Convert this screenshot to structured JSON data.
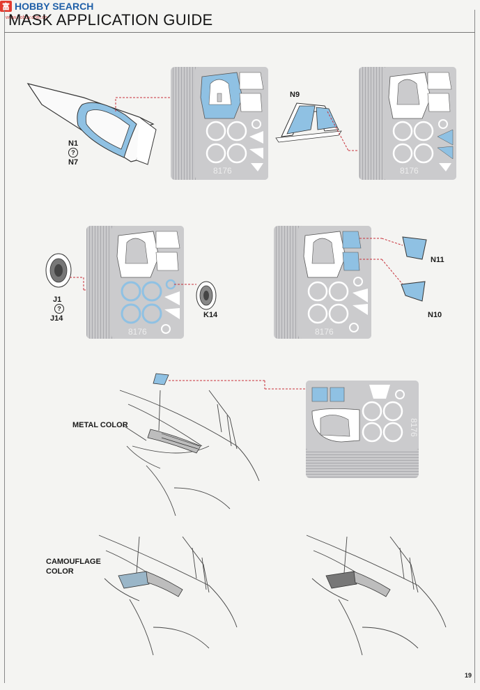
{
  "watermark": {
    "brand": "HOBBY SEARCH",
    "badge": "富",
    "sub": "www.hobby.com.cn"
  },
  "header": {
    "title": "MASK APPLICATION GUIDE"
  },
  "sheets": {
    "code": "8176"
  },
  "labels": {
    "n1": "N1",
    "n7": "N7",
    "q1": "?",
    "n9": "N9",
    "j1": "J1",
    "j14": "J14",
    "q2": "?",
    "k14": "K14",
    "n11": "N11",
    "n10": "N10",
    "metal": "METAL COLOR",
    "camo_line1": "CAMOUFLAGE",
    "camo_line2": "COLOR"
  },
  "footer": {
    "page_number": "19"
  },
  "colors": {
    "mask_blue": "#8fc1e3",
    "sheet_gray": "#c9c9cb",
    "callout_red": "#c8313a"
  }
}
